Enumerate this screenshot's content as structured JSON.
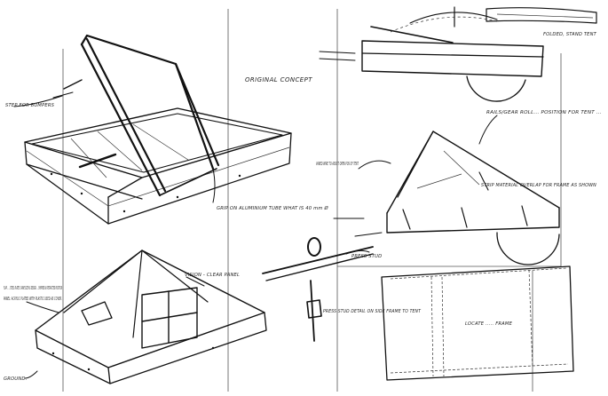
{
  "annotations": {
    "original_concept": "ORIGINAL CONCEPT",
    "step_for_bumpers": "STEP FOR BUMPERS",
    "hinge_note": "GRIP ON ALUMINIUM TUBE WHAT IS 40 mm Ø",
    "flap_note": "FLAP ..... STEEL PLATES. SAME SIZE AS DESIGN ... SHIPPED IN RETRACTED POSITION",
    "vision_panel": "VISION - CLEAR PANEL",
    "panel_note": "PANEL: ACRYLIC PLATED WITH PLASTIC USED AS COVER.",
    "ground": "GROUND.",
    "vaned_tent": "VANED WIRE TO ASSIST OPEN POS OF TENT",
    "rail_note": "RAILS/GEAR ROLL... POSITION FOR TENT ...",
    "strip_note": "STRIP MATERIAL OVERLAP FOR FRAME AS SHOWN",
    "folded_tent": "FOLDED, STAND TENT",
    "press_stud": "PRESS STUD",
    "press_detail": "PRESS STUD DETAIL ON SIDE FRAME TO TENT",
    "plan_note": "LOCATE ..... FRAME"
  }
}
